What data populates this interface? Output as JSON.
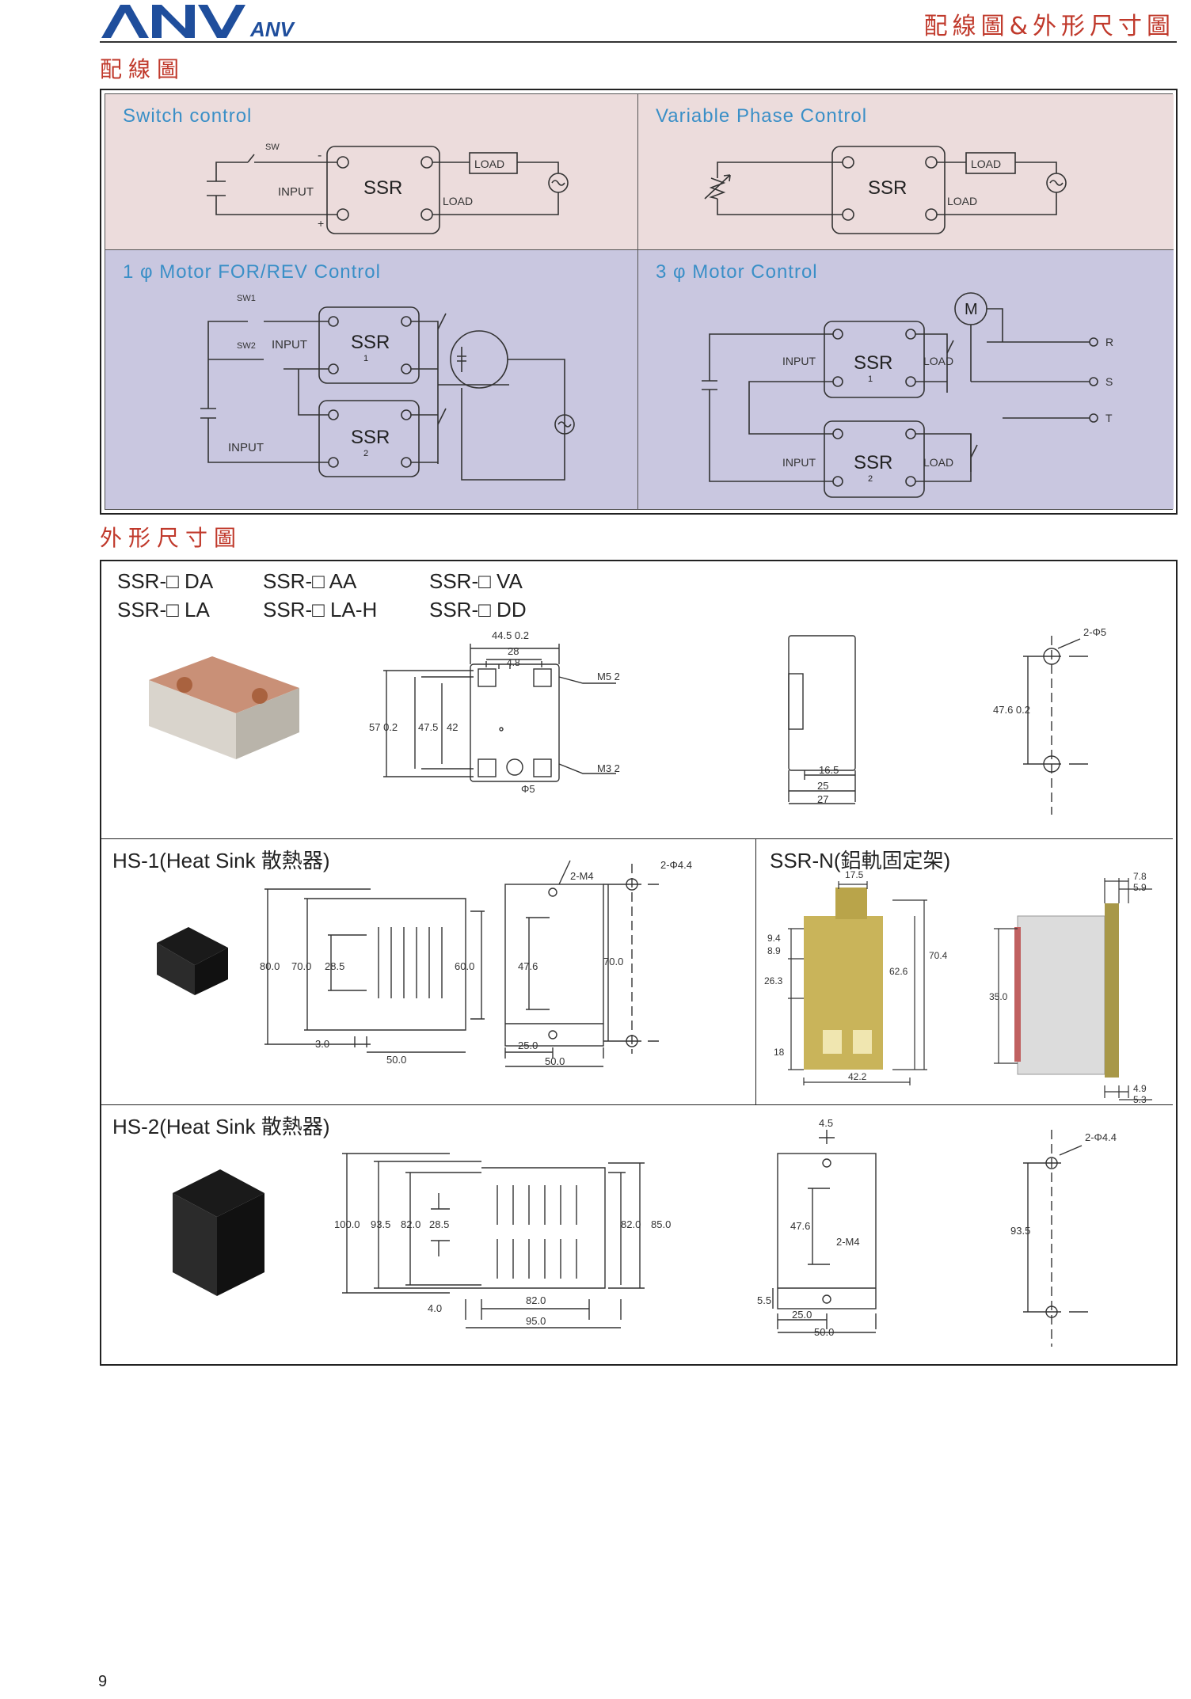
{
  "header": {
    "brand": "ANV",
    "brand_small": "ANV",
    "title": "配線圖&外形尺寸圖",
    "accent_color": "#c0392b",
    "brand_color": "#1f4e9c"
  },
  "wiring": {
    "section_title": "配線圖",
    "panels": [
      {
        "title": "Switch control",
        "bg": "#ecdcdc"
      },
      {
        "title": "Variable Phase Control",
        "bg": "#ecdcdc"
      },
      {
        "title": "1 φ Motor FOR/REV Control",
        "bg": "#c9c7e0"
      },
      {
        "title": "3 φ Motor Control",
        "bg": "#c9c7e0"
      }
    ],
    "labels": {
      "ssr": "SSR",
      "load": "LOAD",
      "input": "INPUT",
      "sw": "SW",
      "sw1": "SW1",
      "sw2": "SW2",
      "motor": "M",
      "phase_r": "R",
      "phase_s": "S",
      "phase_t": "T",
      "one": "1",
      "two": "2",
      "minus": "-",
      "plus": "+"
    }
  },
  "outline": {
    "section_title": "外形尺寸圖",
    "models": [
      "SSR-□ DA",
      "SSR-□ AA",
      "SSR-□ VA",
      "SSR-□ LA",
      "SSR-□ LA-H",
      "SSR-□ DD"
    ],
    "ssr_dims": {
      "w_total": "44.5  0.2",
      "w_28": "28",
      "w_48": "4.8",
      "h_57": "57  0.2",
      "h_475": "47.5",
      "h_42": "42",
      "m5": "M5  2",
      "m3": "M3  2",
      "phi5": "Φ5",
      "side_165": "16.5",
      "side_25": "25",
      "side_27": "27",
      "hole_label": "2-Φ5",
      "hole_pitch": "47.6  0.2"
    },
    "hs1": {
      "title": "HS-1(Heat Sink 散熱器)",
      "dims": [
        "80.0",
        "70.0",
        "28.5",
        "60.0",
        "3.0",
        "50.0",
        "47.6",
        "2-M4",
        "25.0",
        "50.0",
        "70.0",
        "2-Φ4.4"
      ]
    },
    "ssrn": {
      "title": "SSR-N(鋁軌固定架)",
      "dims": [
        "17.5",
        "9.4",
        "8.9",
        "26.3",
        "18",
        "62.6",
        "70.4",
        "42.2",
        "35.0",
        "7.8",
        "5.9",
        "4.9",
        "5.3"
      ]
    },
    "hs2": {
      "title": "HS-2(Heat Sink 散熱器)",
      "dims": [
        "100.0",
        "93.5",
        "82.0",
        "28.5",
        "82.0",
        "85.0",
        "4.0",
        "82.0",
        "95.0",
        "4.5",
        "47.6",
        "2-M4",
        "5.5",
        "25.0",
        "50.0",
        "93.5",
        "2-Φ4.4"
      ]
    }
  },
  "footer": {
    "page_number": "9"
  }
}
